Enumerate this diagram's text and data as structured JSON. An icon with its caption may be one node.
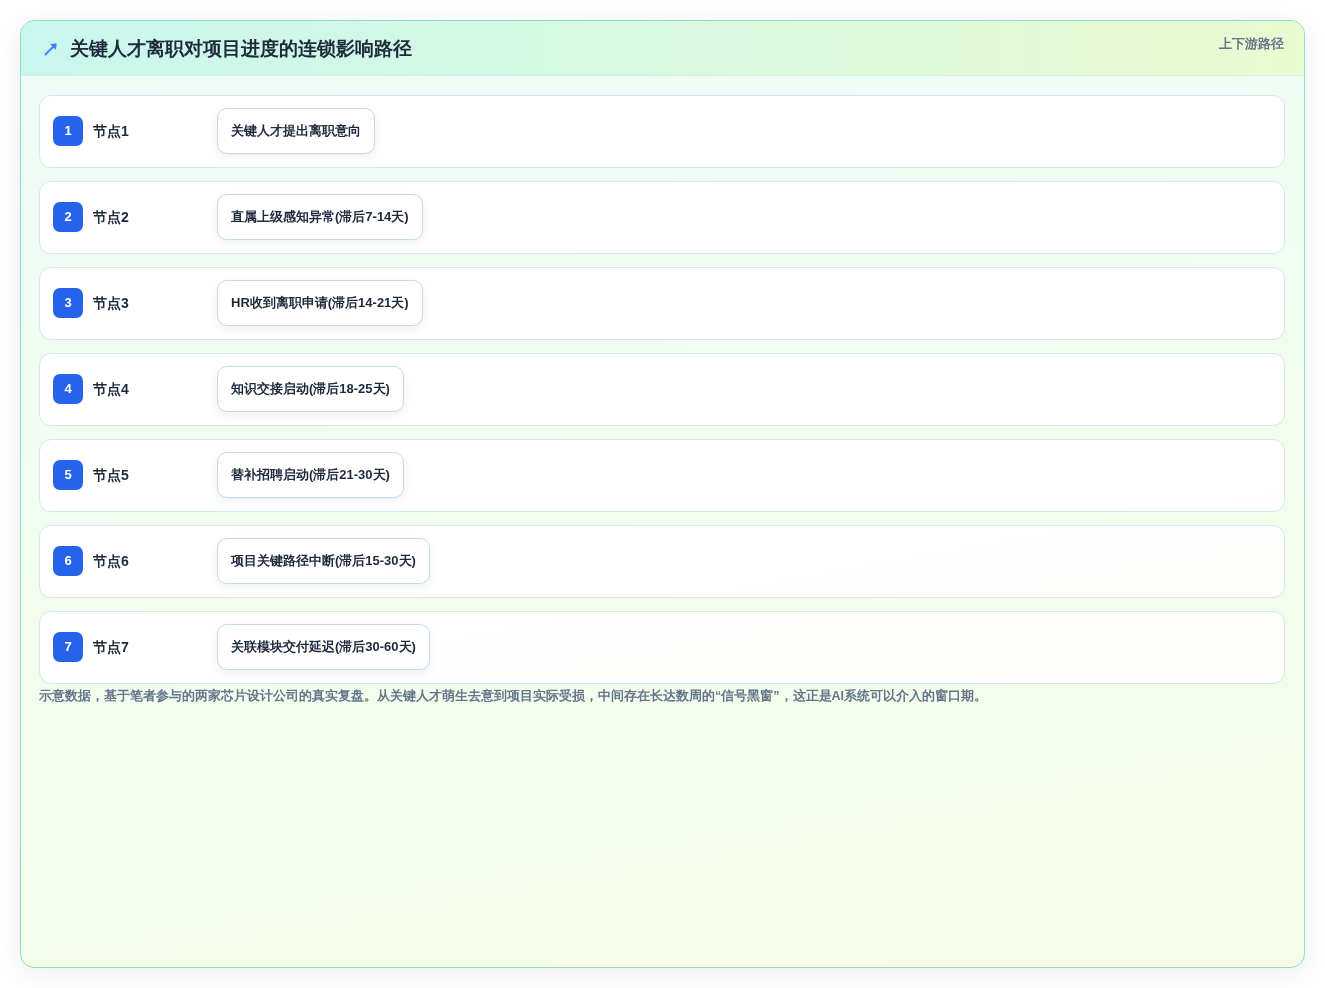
{
  "diagram": {
    "title": "关键人才离职对项目进度的连锁影响路径",
    "caption": "示意数据，基于笔者参与的两家芯片设计公司的真实复盘。从关键人才萌生去意到项目实际受损，中间存在长达数周的“信号黑窗”，这正是AI系统可以介入的窗口期。",
    "nodes": [
      {
        "text": [
          "节点1"
        ]
      },
      {
        "text": [
          "1"
        ],
        "in": 0
      },
      {
        "text": [
          "关键人才提出离职意向"
        ],
        "in": 0
      },
      {
        "text": [
          "节点2"
        ]
      },
      {
        "text": [
          "2"
        ],
        "in": 3
      },
      {
        "text": [
          "直属上级感知异常(滞后7-14天)"
        ],
        "in": 3
      },
      {
        "text": [
          "节点3"
        ]
      },
      {
        "text": [
          "3"
        ],
        "in": 6
      },
      {
        "text": [
          "HR收到离职申请(滞后14-21天)"
        ],
        "in": 6
      },
      {
        "text": [
          "节点4"
        ]
      },
      {
        "text": [
          "4"
        ],
        "in": 9
      },
      {
        "text": [
          "知识交接启动(滞后18-25天)"
        ],
        "in": 9
      },
      {
        "text": [
          "节点5"
        ]
      },
      {
        "text": [
          "5"
        ],
        "in": 12
      },
      {
        "text": [
          "替补招聘启动(滞后21-30天)"
        ],
        "in": 12
      },
      {
        "text": [
          "节点6"
        ]
      },
      {
        "text": [
          "6"
        ],
        "in": 15
      },
      {
        "text": [
          "项目关键路径中断(滞后15-30天)"
        ],
        "in": 15
      },
      {
        "text": [
          "节点7"
        ]
      },
      {
        "text": [
          "7"
        ],
        "in": 18
      },
      {
        "text": [
          "关联模块交付延迟(滞后30-60天)"
        ],
        "in": 18
      }
    ],
    "labels": [
      "上下游路径"
    ]
  }
}
